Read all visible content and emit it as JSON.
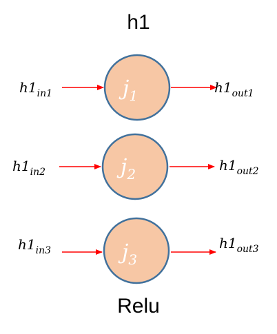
{
  "title": "h1",
  "activation": "Relu",
  "colors": {
    "node_fill": "#f7c7a5",
    "node_stroke": "#41719c",
    "arrow": "#ff0000",
    "node_text": "#ffffff"
  },
  "rows": [
    {
      "input": {
        "base": "h1",
        "sub": "in1"
      },
      "node": {
        "base": "j",
        "sub": "1"
      },
      "output": {
        "base": "h1",
        "sub": "out1"
      }
    },
    {
      "input": {
        "base": "h1",
        "sub": "in2"
      },
      "node": {
        "base": "j",
        "sub": "2"
      },
      "output": {
        "base": "h1",
        "sub": "out2"
      }
    },
    {
      "input": {
        "base": "h1",
        "sub": "in3"
      },
      "node": {
        "base": "j",
        "sub": "3"
      },
      "output": {
        "base": "h1",
        "sub": "out3"
      }
    }
  ]
}
